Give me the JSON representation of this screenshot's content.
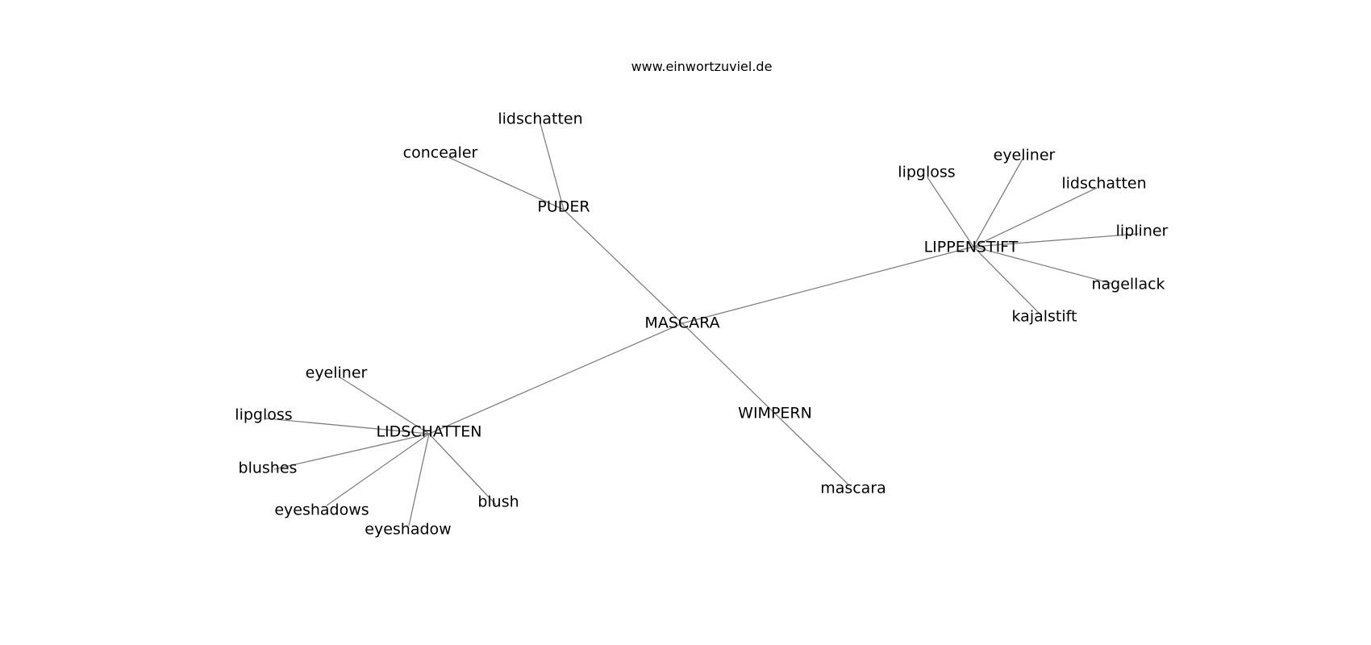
{
  "title": "www.einwortzuviel.de",
  "colors": {
    "background": "#ffffff",
    "edge": "#808080",
    "text": "#000000"
  },
  "nodes": [
    {
      "id": "mascara-hub",
      "label": "MASCARA"
    },
    {
      "id": "puder",
      "label": "PUDER"
    },
    {
      "id": "lippenstift",
      "label": "LIPPENSTIFT"
    },
    {
      "id": "lidschatten-hub",
      "label": "LIDSCHATTEN"
    },
    {
      "id": "wimpern",
      "label": "WIMPERN"
    },
    {
      "id": "puder-lidschatten",
      "label": "lidschatten"
    },
    {
      "id": "puder-concealer",
      "label": "concealer"
    },
    {
      "id": "lippenstift-lipgloss",
      "label": "lipgloss"
    },
    {
      "id": "lippenstift-eyeliner",
      "label": "eyeliner"
    },
    {
      "id": "lippenstift-lidschatten",
      "label": "lidschatten"
    },
    {
      "id": "lippenstift-lipliner",
      "label": "lipliner"
    },
    {
      "id": "lippenstift-nagellack",
      "label": "nagellack"
    },
    {
      "id": "lippenstift-kajalstift",
      "label": "kajalstift"
    },
    {
      "id": "lidschatten-eyeliner",
      "label": "eyeliner"
    },
    {
      "id": "lidschatten-lipgloss",
      "label": "lipgloss"
    },
    {
      "id": "lidschatten-blushes",
      "label": "blushes"
    },
    {
      "id": "lidschatten-eyeshadows",
      "label": "eyeshadows"
    },
    {
      "id": "lidschatten-eyeshadow",
      "label": "eyeshadow"
    },
    {
      "id": "lidschatten-blush",
      "label": "blush"
    },
    {
      "id": "wimpern-mascara",
      "label": "mascara"
    }
  ],
  "edges": [
    [
      "mascara-hub",
      "puder"
    ],
    [
      "mascara-hub",
      "lippenstift"
    ],
    [
      "mascara-hub",
      "lidschatten-hub"
    ],
    [
      "mascara-hub",
      "wimpern"
    ],
    [
      "puder",
      "puder-lidschatten"
    ],
    [
      "puder",
      "puder-concealer"
    ],
    [
      "lippenstift",
      "lippenstift-lipgloss"
    ],
    [
      "lippenstift",
      "lippenstift-eyeliner"
    ],
    [
      "lippenstift",
      "lippenstift-lidschatten"
    ],
    [
      "lippenstift",
      "lippenstift-lipliner"
    ],
    [
      "lippenstift",
      "lippenstift-nagellack"
    ],
    [
      "lippenstift",
      "lippenstift-kajalstift"
    ],
    [
      "lidschatten-hub",
      "lidschatten-eyeliner"
    ],
    [
      "lidschatten-hub",
      "lidschatten-lipgloss"
    ],
    [
      "lidschatten-hub",
      "lidschatten-blushes"
    ],
    [
      "lidschatten-hub",
      "lidschatten-eyeshadows"
    ],
    [
      "lidschatten-hub",
      "lidschatten-eyeshadow"
    ],
    [
      "lidschatten-hub",
      "lidschatten-blush"
    ],
    [
      "wimpern",
      "wimpern-mascara"
    ]
  ]
}
